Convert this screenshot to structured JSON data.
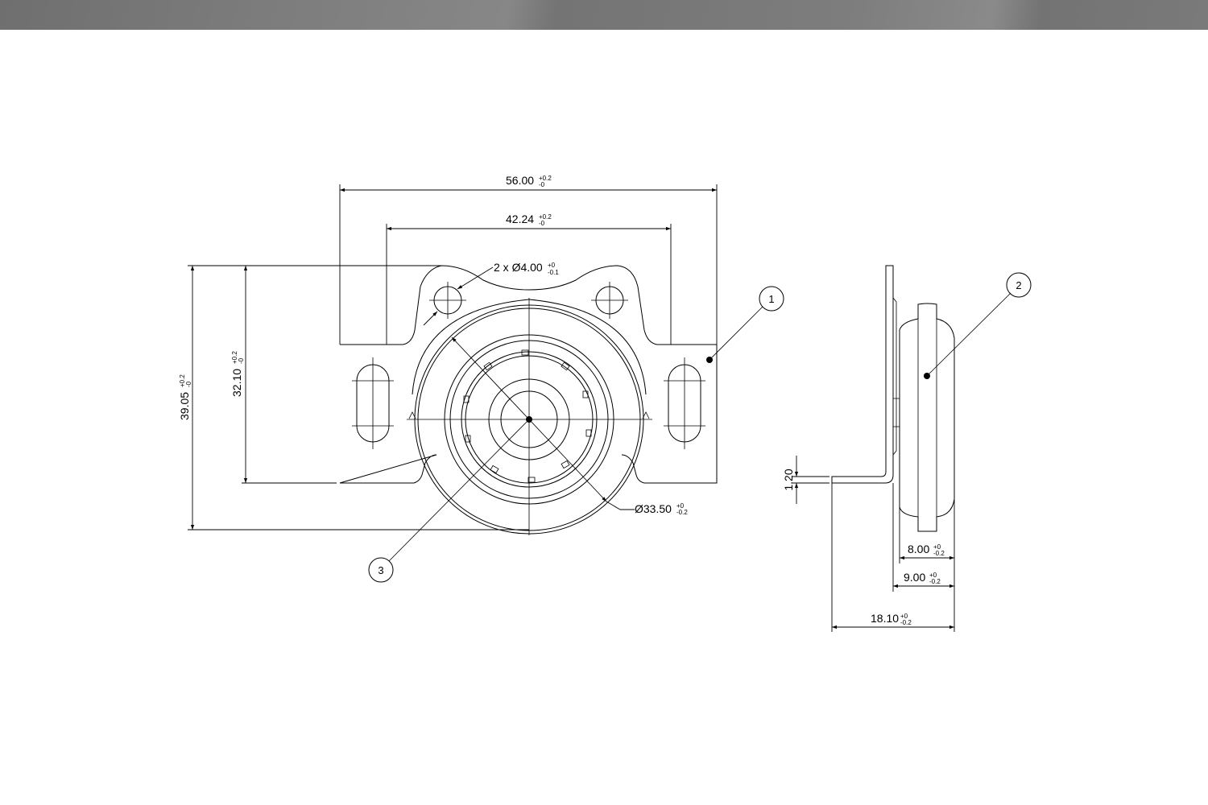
{
  "front_view": {
    "overall_width": {
      "value": "56.00",
      "tol_upper": "+0.2",
      "tol_lower": "-0"
    },
    "slot_spacing": {
      "value": "42.24",
      "tol_upper": "+0.2",
      "tol_lower": "-0"
    },
    "hole_callout": {
      "prefix": "2 x Ø4.00",
      "tol_upper": "+0",
      "tol_lower": "-0.1"
    },
    "overall_height": {
      "value": "39.05",
      "tol_upper": "+0.2",
      "tol_lower": "-0"
    },
    "base_height": {
      "value": "32.10",
      "tol_upper": "+0.2",
      "tol_lower": "-0"
    },
    "bearing_diameter": {
      "value": "Ø33.50",
      "tol_upper": "+0",
      "tol_lower": "-0.2"
    }
  },
  "side_view": {
    "plate_thickness": {
      "value": "1.20"
    },
    "width_inner": {
      "value": "8.00",
      "tol_upper": "+0",
      "tol_lower": "-0.2"
    },
    "width_outer": {
      "value": "9.00",
      "tol_upper": "+0",
      "tol_lower": "-0.2"
    },
    "total_depth": {
      "value": "18.10",
      "tol_upper": "+0",
      "tol_lower": "-0.2"
    }
  },
  "balloons": {
    "b1": "1",
    "b2": "2",
    "b3": "3"
  }
}
